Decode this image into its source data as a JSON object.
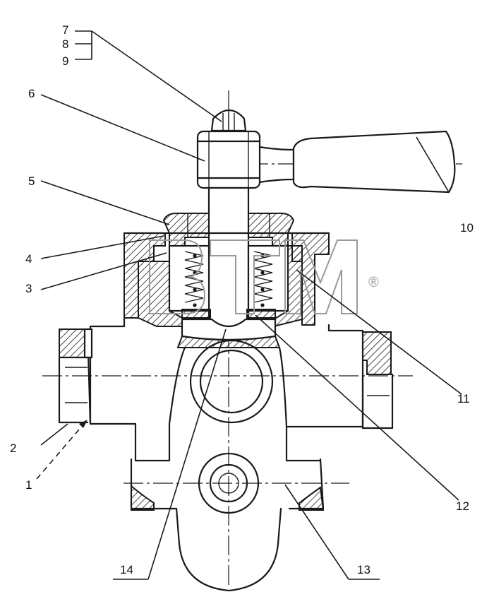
{
  "diagram": {
    "callouts": [
      {
        "id": "c1",
        "text": "1"
      },
      {
        "id": "c2",
        "text": "2"
      },
      {
        "id": "c3",
        "text": "3"
      },
      {
        "id": "c4",
        "text": "4"
      },
      {
        "id": "c5",
        "text": "5"
      },
      {
        "id": "c6",
        "text": "6"
      },
      {
        "id": "c7",
        "text": "7"
      },
      {
        "id": "c8",
        "text": "8"
      },
      {
        "id": "c9",
        "text": "9"
      },
      {
        "id": "c10",
        "text": "10"
      },
      {
        "id": "c11",
        "text": "11"
      },
      {
        "id": "c12",
        "text": "12"
      },
      {
        "id": "c13",
        "text": "13"
      },
      {
        "id": "c14",
        "text": "14"
      }
    ],
    "watermark": {
      "letters": "BTM",
      "mark": "®"
    }
  }
}
